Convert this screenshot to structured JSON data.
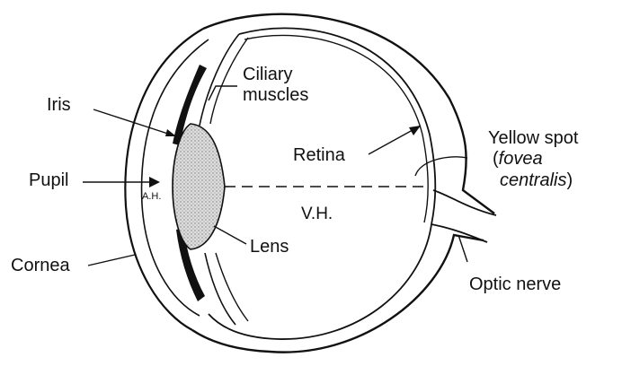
{
  "labels": {
    "iris": "Iris",
    "pupil": "Pupil",
    "ah": "A.H.",
    "cornea": "Cornea",
    "ciliary_line1": "Ciliary",
    "ciliary_line2": "muscles",
    "lens": "Lens",
    "retina": "Retina",
    "vh": "V.H.",
    "yellow_spot_line1": "Yellow spot",
    "yellow_spot_paren_open": "(",
    "yellow_spot_fovea": "fovea",
    "yellow_spot_centralis": "centralis",
    "yellow_spot_paren_close": ")",
    "optic_nerve": "Optic nerve"
  },
  "colors": {
    "line": "#111111",
    "lens_fill": "#d6d6d6",
    "iris_fill": "#111111",
    "background": "#ffffff"
  }
}
